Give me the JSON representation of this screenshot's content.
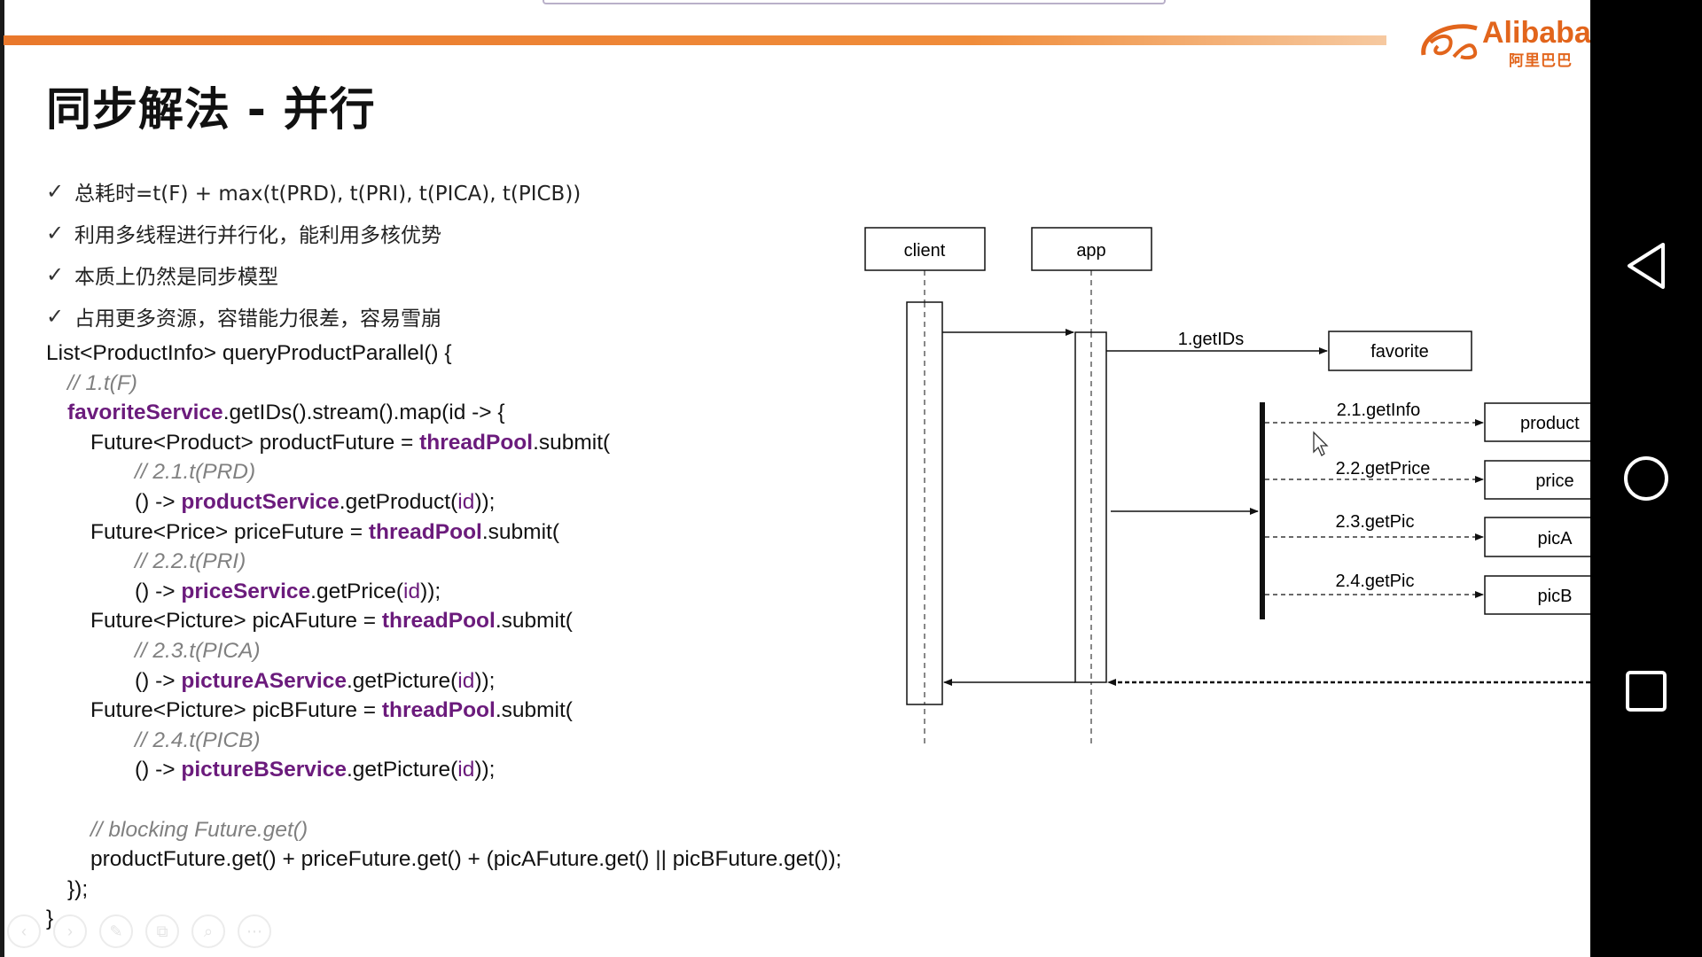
{
  "slide": {
    "title": "同步解法 - 并行",
    "logo_text": "Alibaba",
    "logo_sub": "阿里巴巴",
    "bullets": [
      "总耗时=t(F) + max(t(PRD), t(PRI), t(PICA), t(PICB))",
      "利用多线程进行并行化，能利用多核优势",
      "本质上仍然是同步模型",
      "占用更多资源，容错能力很差，容易雪崩"
    ],
    "check_glyph": "✓",
    "code_lines": [
      {
        "indent": 0,
        "parts": [
          {
            "t": "List<ProductInfo> queryProductParallel() {",
            "c": ""
          }
        ]
      },
      {
        "indent": 1,
        "parts": [
          {
            "t": "// 1.t(F)",
            "c": "cm"
          }
        ]
      },
      {
        "indent": 1,
        "parts": [
          {
            "t": "favoriteService",
            "c": "kw"
          },
          {
            "t": ".getIDs().stream().map(id -> {",
            "c": ""
          }
        ]
      },
      {
        "indent": 2,
        "parts": [
          {
            "t": "Future<Product> productFuture = ",
            "c": ""
          },
          {
            "t": "threadPool",
            "c": "kw"
          },
          {
            "t": ".submit(",
            "c": ""
          }
        ]
      },
      {
        "indent": 4,
        "parts": [
          {
            "t": "// 2.1.t(PRD)",
            "c": "cm"
          }
        ]
      },
      {
        "indent": 4,
        "parts": [
          {
            "t": "() -> ",
            "c": ""
          },
          {
            "t": "productService",
            "c": "kw"
          },
          {
            "t": ".getProduct(",
            "c": ""
          },
          {
            "t": "id",
            "c": "var"
          },
          {
            "t": "));",
            "c": ""
          }
        ]
      },
      {
        "indent": 2,
        "parts": [
          {
            "t": "Future<Price> priceFuture = ",
            "c": ""
          },
          {
            "t": "threadPool",
            "c": "kw"
          },
          {
            "t": ".submit(",
            "c": ""
          }
        ]
      },
      {
        "indent": 4,
        "parts": [
          {
            "t": "// 2.2.t(PRI)",
            "c": "cm"
          }
        ]
      },
      {
        "indent": 4,
        "parts": [
          {
            "t": "() -> ",
            "c": ""
          },
          {
            "t": "priceService",
            "c": "kw"
          },
          {
            "t": ".getPrice(",
            "c": ""
          },
          {
            "t": "id",
            "c": "var"
          },
          {
            "t": "));",
            "c": ""
          }
        ]
      },
      {
        "indent": 2,
        "parts": [
          {
            "t": "Future<Picture> picAFuture = ",
            "c": ""
          },
          {
            "t": "threadPool",
            "c": "kw"
          },
          {
            "t": ".submit(",
            "c": ""
          }
        ]
      },
      {
        "indent": 4,
        "parts": [
          {
            "t": "// 2.3.t(PICA)",
            "c": "cm"
          }
        ]
      },
      {
        "indent": 4,
        "parts": [
          {
            "t": "() -> ",
            "c": ""
          },
          {
            "t": "pictureAService",
            "c": "kw"
          },
          {
            "t": ".getPicture(",
            "c": ""
          },
          {
            "t": "id",
            "c": "var"
          },
          {
            "t": "));",
            "c": ""
          }
        ]
      },
      {
        "indent": 2,
        "parts": [
          {
            "t": "Future<Picture> picBFuture = ",
            "c": ""
          },
          {
            "t": "threadPool",
            "c": "kw"
          },
          {
            "t": ".submit(",
            "c": ""
          }
        ]
      },
      {
        "indent": 4,
        "parts": [
          {
            "t": "// 2.4.t(PICB)",
            "c": "cm"
          }
        ]
      },
      {
        "indent": 4,
        "parts": [
          {
            "t": "() -> ",
            "c": ""
          },
          {
            "t": "pictureBService",
            "c": "kw"
          },
          {
            "t": ".getPicture(",
            "c": ""
          },
          {
            "t": "id",
            "c": "var"
          },
          {
            "t": "));",
            "c": ""
          }
        ]
      },
      {
        "indent": 0,
        "parts": [
          {
            "t": "",
            "c": ""
          }
        ]
      },
      {
        "indent": 2,
        "parts": [
          {
            "t": "// blocking Future.get()",
            "c": "cm"
          }
        ]
      },
      {
        "indent": 2,
        "parts": [
          {
            "t": "productFuture.get() + priceFuture.get() + (picAFuture.get() || picBFuture.get());",
            "c": ""
          }
        ]
      },
      {
        "indent": 1,
        "parts": [
          {
            "t": "});",
            "c": ""
          }
        ]
      },
      {
        "indent": 0,
        "parts": [
          {
            "t": "}",
            "c": ""
          }
        ]
      }
    ],
    "diagram": {
      "participants": [
        "client",
        "app",
        "favorite",
        "product",
        "price",
        "picA",
        "picB"
      ],
      "messages": [
        "1.getIDs",
        "2.1.getInfo",
        "2.2.getPrice",
        "2.3.getPic",
        "2.4.getPic"
      ]
    }
  },
  "toolbar_icons": [
    "prev-icon",
    "next-icon",
    "pen-icon",
    "copy-icon",
    "zoom-icon",
    "more-icon"
  ],
  "toolbar_glyphs": [
    "‹",
    "›",
    "✎",
    "⧉",
    "⌕",
    "⋯"
  ],
  "nav_icons": [
    "back-icon",
    "home-icon",
    "recents-icon"
  ],
  "colors": {
    "accent": "#e9782c",
    "keyword": "#6b1b7c",
    "comment": "#808080"
  }
}
